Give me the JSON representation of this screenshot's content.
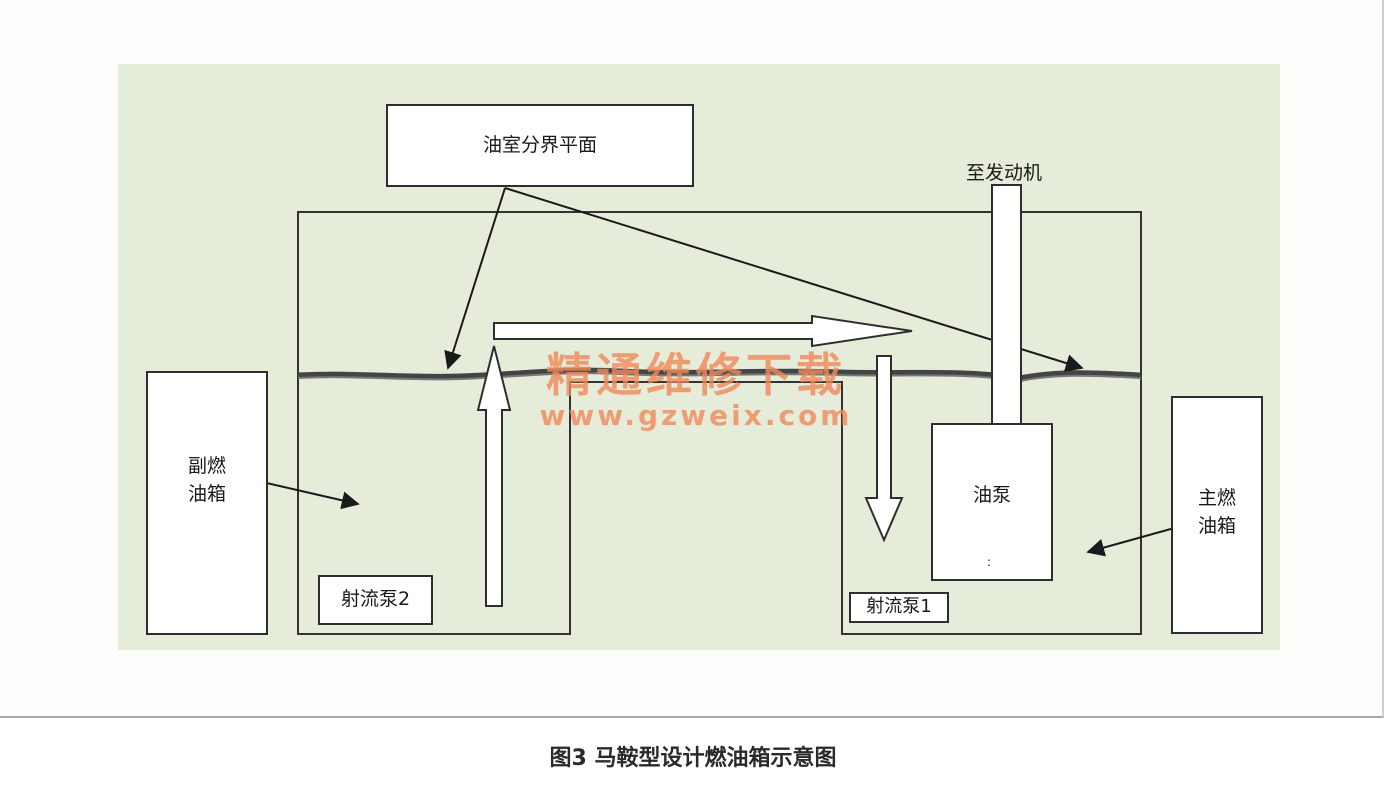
{
  "diagram": {
    "divider_box_label": "油室分界平面",
    "to_engine_label": "至发动机",
    "aux_tank_label": "副燃\n油箱",
    "main_tank_label": "主燃\n油箱",
    "pump_label": "油泵",
    "jet_pump_2_label": "射流泵2",
    "jet_pump_1_label": "射流泵1",
    "pump_mark": ":"
  },
  "watermark": {
    "text": "精通维修下载",
    "url": "www.gzweix.com"
  },
  "caption": {
    "text": "图3 马鞍型设计燃油箱示意图"
  },
  "colors": {
    "panel_background": "#e6ecda",
    "line_color": "#2e2e2e",
    "watermark_color": "#f08a5a"
  }
}
